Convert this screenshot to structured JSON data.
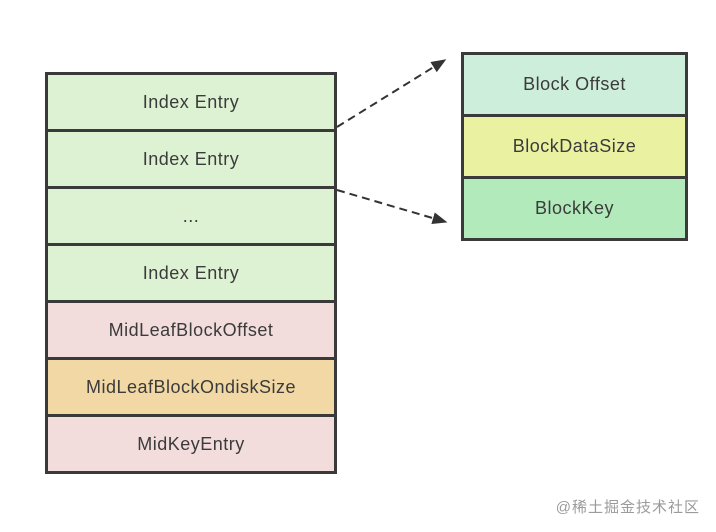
{
  "diagram": {
    "left_stack": {
      "items": [
        {
          "label": "Index Entry",
          "color_key": "light_green"
        },
        {
          "label": "Index Entry",
          "color_key": "light_green"
        },
        {
          "label": "...",
          "color_key": "light_green"
        },
        {
          "label": "Index Entry",
          "color_key": "light_green"
        },
        {
          "label": "MidLeafBlockOffset",
          "color_key": "pink"
        },
        {
          "label": "MidLeafBlockOndiskSize",
          "color_key": "tan"
        },
        {
          "label": "MidKeyEntry",
          "color_key": "pink"
        }
      ]
    },
    "right_stack": {
      "items": [
        {
          "label": "Block Offset",
          "color_key": "mint"
        },
        {
          "label": "BlockDataSize",
          "color_key": "yellow"
        },
        {
          "label": "BlockKey",
          "color_key": "green"
        }
      ]
    },
    "colors": {
      "light_green": "#ddf2d2",
      "pink": "#f2dcdc",
      "tan": "#f2d8a4",
      "mint": "#cdeeda",
      "yellow": "#eaf2a2",
      "green": "#b2eabc",
      "border": "#3a3a3a",
      "arrow": "#333333"
    }
  },
  "watermark": {
    "text": "@稀土掘金技术社区"
  }
}
